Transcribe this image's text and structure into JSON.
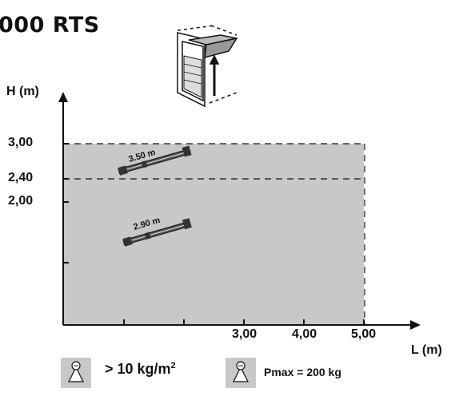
{
  "title": "000 RTS",
  "y_axis": {
    "label": "H (m)",
    "ticks": [
      "3,00",
      "2,40",
      "2,00"
    ]
  },
  "x_axis": {
    "label": "L (m)",
    "ticks": [
      "3,00",
      "4,00",
      "5,00"
    ]
  },
  "rails": [
    {
      "length_label": "3.50 m"
    },
    {
      "length_label": "2.90 m"
    }
  ],
  "legend": [
    {
      "icon": "wind-load-icon",
      "text": "> 10 kg/m",
      "superscript": "2"
    },
    {
      "icon": "weight-icon",
      "text": "Pmax = 200 kg"
    }
  ],
  "colors": {
    "usable_area": "#c8c8c8",
    "ink": "#111111"
  }
}
